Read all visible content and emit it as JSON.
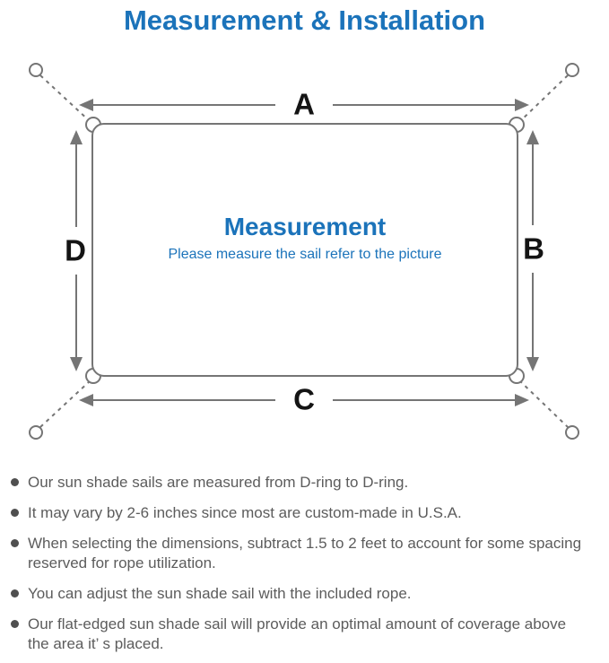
{
  "title": "Measurement & Installation",
  "diagram": {
    "labels": {
      "top": "A",
      "right": "B",
      "bottom": "C",
      "left": "D"
    },
    "center_title": "Measurement",
    "center_subtitle": "Please measure the sail refer to the picture"
  },
  "bullets": [
    {
      "lines": [
        "Our sun shade sails are measured from D-ring to D-ring."
      ]
    },
    {
      "lines": [
        "It may vary by 2-6 inches since most are custom-made in U.S.A."
      ]
    },
    {
      "lines": [
        "When selecting the dimensions, subtract 1.5 to 2 feet to account for some spacing",
        "reserved for rope utilization."
      ]
    },
    {
      "lines": [
        "You can adjust the sun shade sail with the included rope."
      ]
    },
    {
      "lines": [
        "Our flat-edged sun shade sail will provide an optimal amount of coverage above",
        "the area it’ s placed."
      ]
    }
  ],
  "colors": {
    "accent_blue": "#1b73ba",
    "line_gray": "#757575",
    "text_gray": "#5c5c5c",
    "label_black": "#141414"
  }
}
